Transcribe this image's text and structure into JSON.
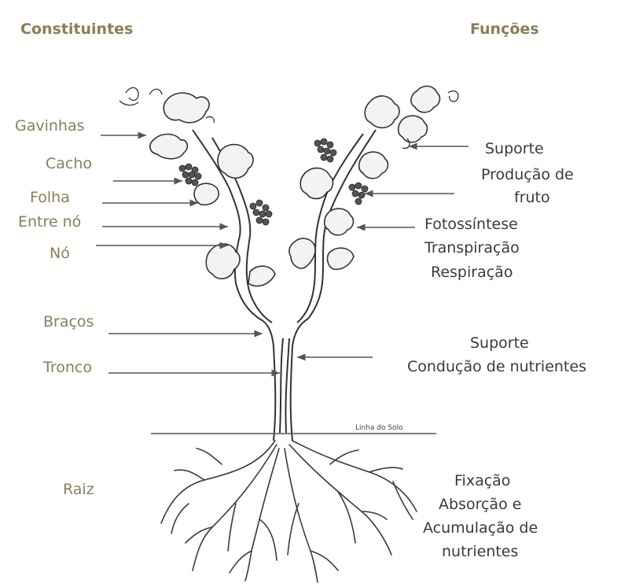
{
  "headings": {
    "left": "Constituintes",
    "right": "Funções"
  },
  "constituents": {
    "gavinhas": "Gavinhas",
    "cacho": "Cacho",
    "folha": "Folha",
    "entre_no": "Entre nó",
    "no": "Nó",
    "bracos": "Braços",
    "tronco": "Tronco",
    "raiz": "Raiz"
  },
  "functions": {
    "suporte_top": "Suporte",
    "producao_1": "Produção de",
    "producao_2": "fruto",
    "fotossintese": "Fotossíntese",
    "transpiracao": "Transpiração",
    "respiracao": "Respiração",
    "suporte_trunk": "Suporte",
    "conducao": "Condução de nutrientes",
    "fixacao": "Fixação",
    "absorcao": "Absorção e",
    "acumulacao": "Acumulação de",
    "nutrientes": "nutrientes"
  },
  "soil_line_label": "Linha do Solo",
  "colors": {
    "label": "#8a7e56",
    "function_text": "#3a3a3a",
    "line": "#555555",
    "plant": "#333333"
  }
}
